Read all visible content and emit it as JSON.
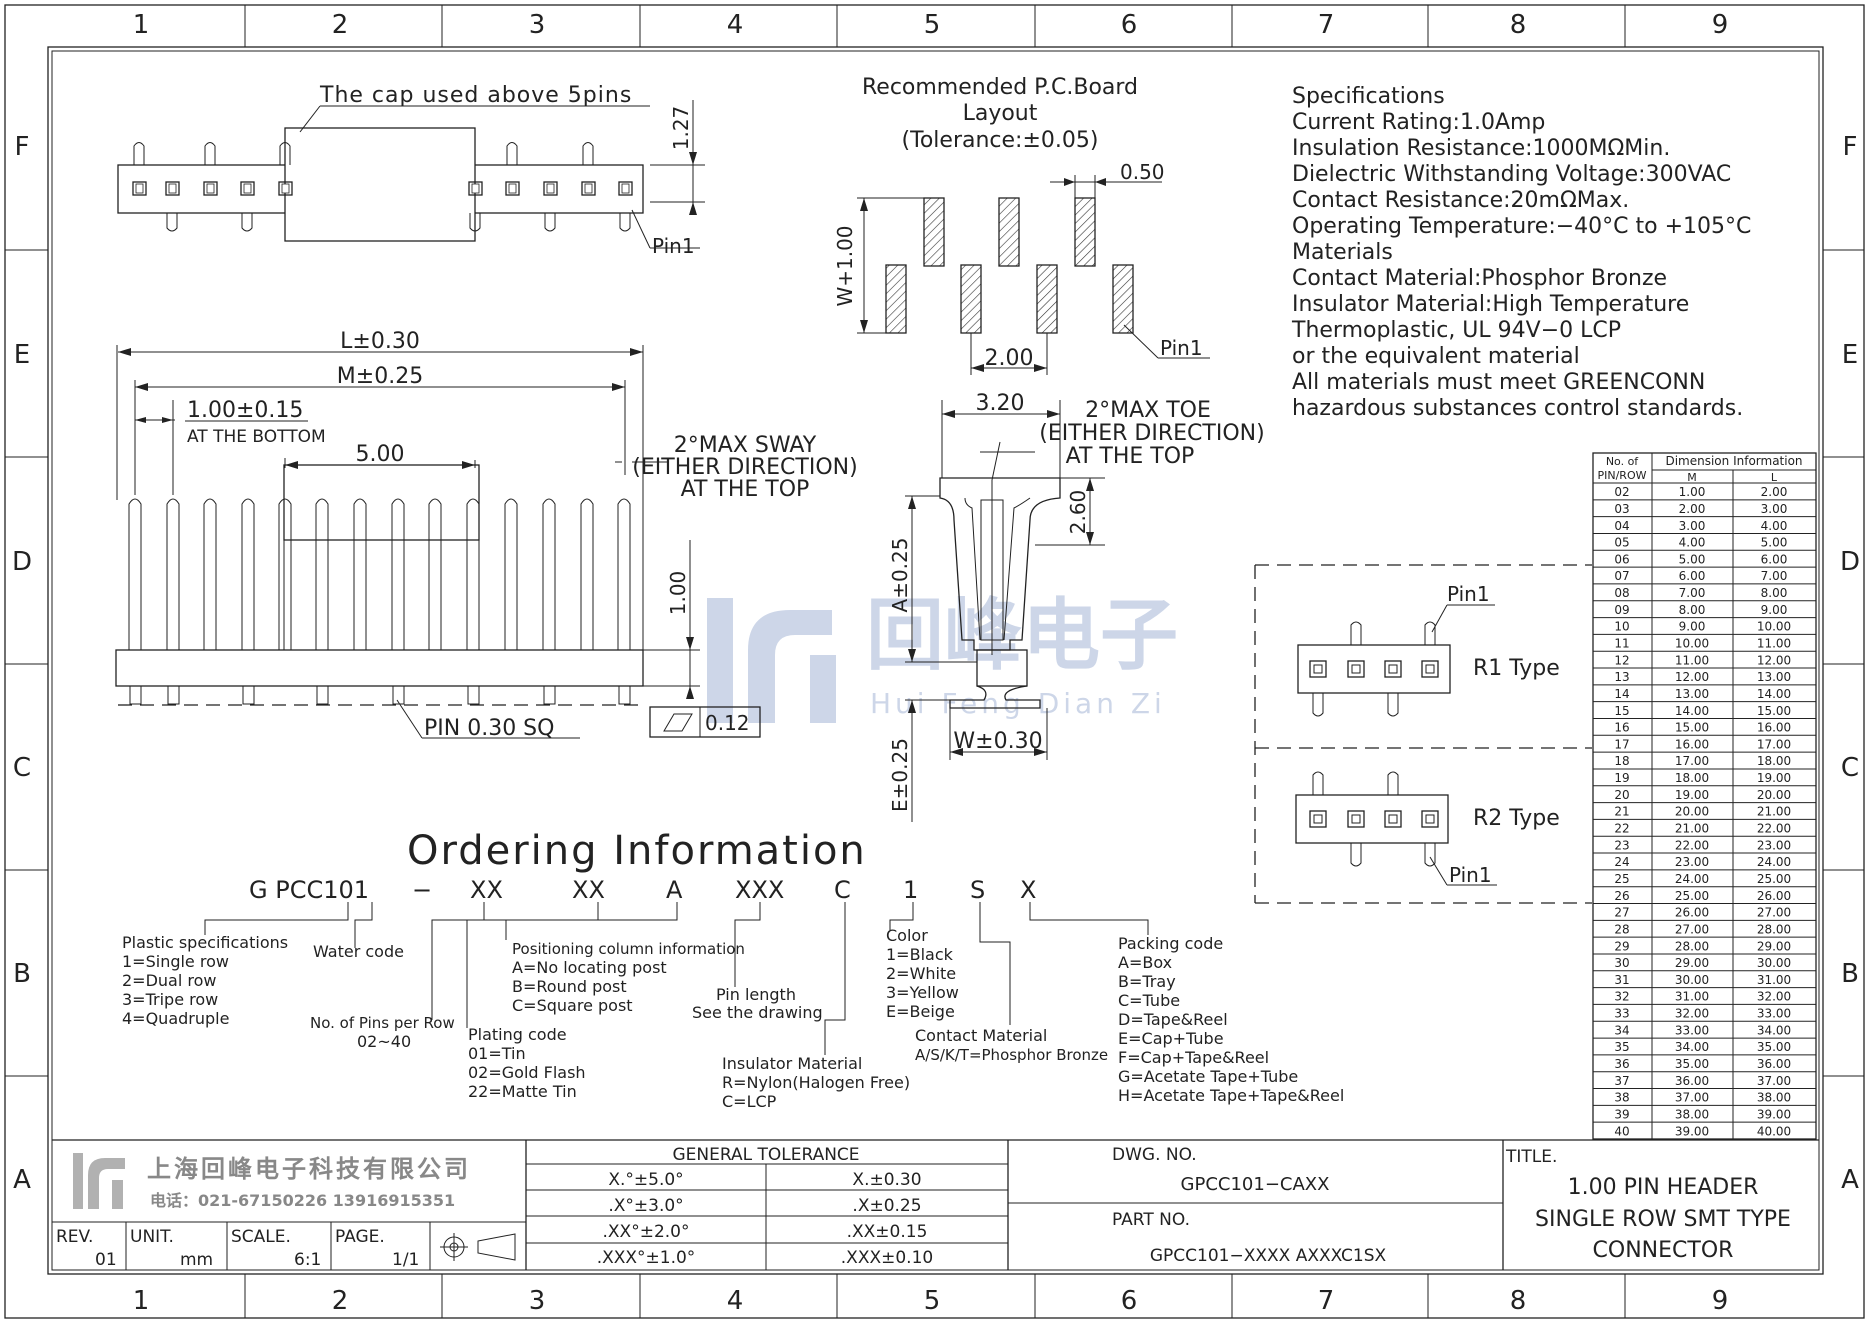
{
  "frame": {
    "columns": [
      "1",
      "2",
      "3",
      "4",
      "5",
      "6",
      "7",
      "8",
      "9"
    ],
    "rows": [
      "F",
      "E",
      "D",
      "C",
      "B",
      "A"
    ]
  },
  "top_view": {
    "cap_note": "The cap used above 5pins",
    "dim_height": "1.27",
    "pin1": "Pin1"
  },
  "side_view": {
    "dim_L": "L±0.30",
    "dim_M": "M±0.25",
    "dim_pitch": "1.00±0.15",
    "pitch_note": "AT THE BOTTOM",
    "dim_cap": "5.00",
    "sway_1": "2°MAX SWAY",
    "sway_2": "(EITHER DIRECTION)",
    "sway_3": "AT THE TOP",
    "dim_height": "1.00",
    "pin_note": "PIN 0.30 SQ",
    "flatness": "0.12"
  },
  "pcb_layout": {
    "title_1": "Recommended P.C.Board",
    "title_2": "Layout",
    "title_3": "(Tolerance:±0.05)",
    "dim_width": "0.50",
    "dim_length": "W+1.00",
    "dim_pitch": "2.00",
    "pin1": "Pin1"
  },
  "end_view": {
    "dim_width": "3.20",
    "toe_1": "2°MAX TOE",
    "toe_2": "(EITHER DIRECTION)",
    "toe_3": "AT THE TOP",
    "dim_height": "2.60",
    "dim_A": "A±0.25",
    "dim_E": "E±0.25",
    "dim_W": "W±0.30"
  },
  "watermark": {
    "cn": "回峰电子",
    "en": "Hui Feng Dian Zi"
  },
  "specifications": {
    "lines": [
      "Specifications",
      "Current Rating:1.0Amp",
      "Insulation Resistance:1000MΩMin.",
      "Dielectric Withstanding Voltage:300VAC",
      "Contact Resistance:20mΩMax.",
      "Operating Temperature:−40°C to +105°C",
      "Materials",
      "Contact Material:Phosphor Bronze",
      "Insulator Material:High Temperature",
      "Thermoplastic, UL 94V−0 LCP",
      "or the equivalent material",
      "All materials must meet GREENCONN",
      "hazardous substances control standards."
    ]
  },
  "types": {
    "pin1_top": "Pin1",
    "r1": "R1 Type",
    "r2": "R2 Type",
    "pin1_bottom": "Pin1"
  },
  "dimension_table": {
    "h1a": "No. of",
    "h1b": "PIN/ROW",
    "h2": "Dimension Information",
    "hm": "M",
    "hl": "L",
    "rows": [
      [
        "02",
        "1.00",
        "2.00"
      ],
      [
        "03",
        "2.00",
        "3.00"
      ],
      [
        "04",
        "3.00",
        "4.00"
      ],
      [
        "05",
        "4.00",
        "5.00"
      ],
      [
        "06",
        "5.00",
        "6.00"
      ],
      [
        "07",
        "6.00",
        "7.00"
      ],
      [
        "08",
        "7.00",
        "8.00"
      ],
      [
        "09",
        "8.00",
        "9.00"
      ],
      [
        "10",
        "9.00",
        "10.00"
      ],
      [
        "11",
        "10.00",
        "11.00"
      ],
      [
        "12",
        "11.00",
        "12.00"
      ],
      [
        "13",
        "12.00",
        "13.00"
      ],
      [
        "14",
        "13.00",
        "14.00"
      ],
      [
        "15",
        "14.00",
        "15.00"
      ],
      [
        "16",
        "15.00",
        "16.00"
      ],
      [
        "17",
        "16.00",
        "17.00"
      ],
      [
        "18",
        "17.00",
        "18.00"
      ],
      [
        "19",
        "18.00",
        "19.00"
      ],
      [
        "20",
        "19.00",
        "20.00"
      ],
      [
        "21",
        "20.00",
        "21.00"
      ],
      [
        "22",
        "21.00",
        "22.00"
      ],
      [
        "23",
        "22.00",
        "23.00"
      ],
      [
        "24",
        "23.00",
        "24.00"
      ],
      [
        "25",
        "24.00",
        "25.00"
      ],
      [
        "26",
        "25.00",
        "26.00"
      ],
      [
        "27",
        "26.00",
        "27.00"
      ],
      [
        "28",
        "27.00",
        "28.00"
      ],
      [
        "29",
        "28.00",
        "29.00"
      ],
      [
        "30",
        "29.00",
        "30.00"
      ],
      [
        "31",
        "30.00",
        "31.00"
      ],
      [
        "32",
        "31.00",
        "32.00"
      ],
      [
        "33",
        "32.00",
        "33.00"
      ],
      [
        "34",
        "33.00",
        "34.00"
      ],
      [
        "35",
        "34.00",
        "35.00"
      ],
      [
        "36",
        "35.00",
        "36.00"
      ],
      [
        "37",
        "36.00",
        "37.00"
      ],
      [
        "38",
        "37.00",
        "38.00"
      ],
      [
        "39",
        "38.00",
        "39.00"
      ],
      [
        "40",
        "39.00",
        "40.00"
      ]
    ]
  },
  "ordering": {
    "title": "Ordering Information",
    "code": [
      "G PCC101",
      "−",
      "XX",
      "XX",
      "A",
      "XXX",
      "C",
      "1",
      "S",
      "X"
    ],
    "plastic": [
      "Plastic specifications",
      "1=Single row",
      "2=Dual row",
      "3=Tripe row",
      "4=Quadruple"
    ],
    "water": "Water code",
    "pins": [
      "No. of Pins per Row",
      "02~40"
    ],
    "plating": [
      "Plating code",
      "01=Tin",
      "02=Gold Flash",
      "22=Matte Tin"
    ],
    "positioning": [
      "Positioning column information",
      "A=No locating post",
      "B=Round post",
      "C=Square post"
    ],
    "pin_length": [
      "Pin length",
      "See the drawing"
    ],
    "insulator": [
      "Insulator Material",
      "R=Nylon(Halogen Free)",
      "C=LCP"
    ],
    "color": [
      "Color",
      "1=Black",
      "2=White",
      "3=Yellow",
      "E=Beige"
    ],
    "contact": [
      "Contact Material",
      "A/S/K/T=Phosphor Bronze"
    ],
    "packing": [
      "Packing code",
      "A=Box",
      "B=Tray",
      "C=Tube",
      "D=Tape&Reel",
      "E=Cap+Tube",
      "F=Cap+Tape&Reel",
      "G=Acetate Tape+Tube",
      "H=Acetate Tape+Tape&Reel"
    ]
  },
  "title_block": {
    "company": "上海回峰电子科技有限公司",
    "phone": "电话：021-67150226  13916915351",
    "rev_label": "REV.",
    "rev": "01",
    "unit_label": "UNIT.",
    "unit": "mm",
    "scale_label": "SCALE.",
    "scale": "6:1",
    "page_label": "PAGE.",
    "page": "1/1",
    "tol_title": "GENERAL TOLERANCE",
    "tol_rows": [
      [
        "X.°±5.0°",
        "X.±0.30"
      ],
      [
        ".X°±3.0°",
        ".X±0.25"
      ],
      [
        ".XX°±2.0°",
        ".XX±0.15"
      ],
      [
        ".XXX°±1.0°",
        ".XXX±0.10"
      ]
    ],
    "dwg_label": "DWG. NO.",
    "dwg_no": "GPCC101−CAXX",
    "part_label": "PART NO.",
    "part_no": "GPCC101−XXXX AXXXC1SX",
    "title_label": "TITLE.",
    "title_1": "1.00 PIN HEADER",
    "title_2": "SINGLE ROW SMT TYPE",
    "title_3": "CONNECTOR"
  }
}
